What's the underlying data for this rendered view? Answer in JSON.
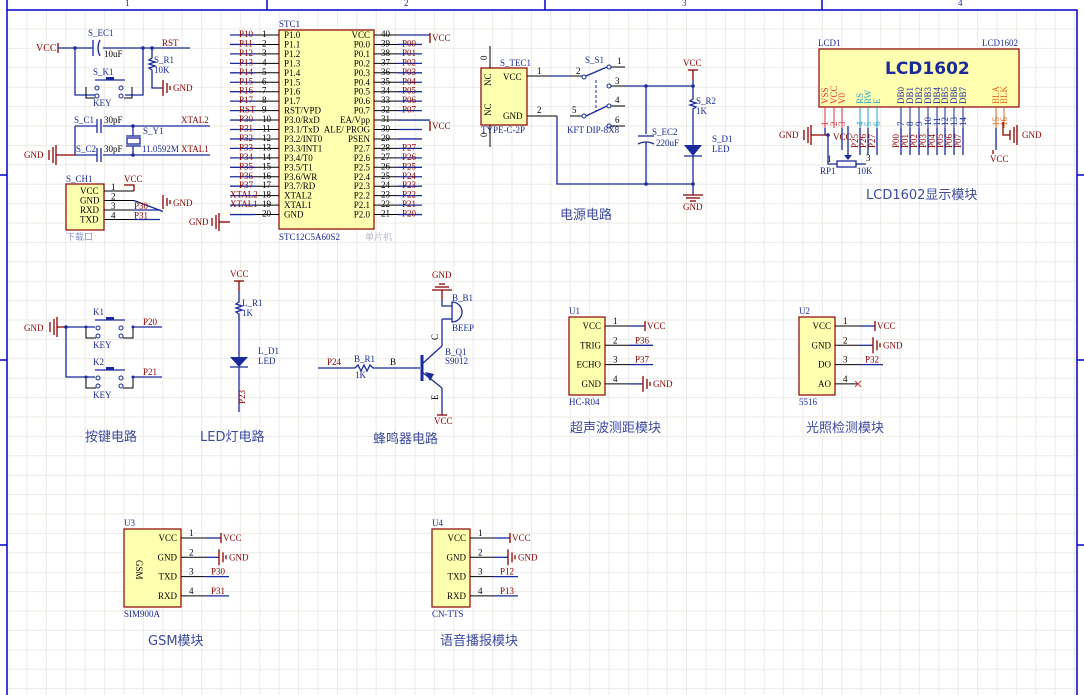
{
  "sheet": {
    "zone_labels": [
      "1",
      "2",
      "3",
      "4"
    ],
    "colors": {
      "wire": "#1a2a9a",
      "power_port": "#8b0000",
      "component_fill": "#ffffb0",
      "border": "#0000cc",
      "grid": "#ecebe6"
    }
  },
  "power_labels": {
    "vcc": "VCC",
    "gnd": "GND"
  },
  "reset_crystal": {
    "cap_ref": "S_EC1",
    "cap_value": "10uF",
    "res_ref": "S_R1",
    "res_value": "10K",
    "key_ref": "S_K1",
    "key_value": "KEY",
    "net_rst": "RST",
    "c1_ref": "S_C1",
    "c1_value": "30pF",
    "c2_ref": "S_C2",
    "c2_value": "30pF",
    "xtal_ref": "S_Y1",
    "xtal_value": "11.0592M",
    "net_xtal2": "XTAL2",
    "net_xtal1": "XTAL1"
  },
  "download_port": {
    "ref": "S_CH1",
    "pins": [
      {
        "num": "1",
        "name": "VCC",
        "net": ""
      },
      {
        "num": "2",
        "name": "GND",
        "net": ""
      },
      {
        "num": "3",
        "name": "RXD",
        "net": "P30"
      },
      {
        "num": "4",
        "name": "TXD",
        "net": "P31"
      }
    ],
    "label": "下载口"
  },
  "mcu": {
    "ref": "STC1",
    "part": "STC12C5A60S2",
    "comment": "单片机",
    "left_pins": [
      {
        "num": "1",
        "name": "P1.0",
        "net": "P10"
      },
      {
        "num": "2",
        "name": "P1.1",
        "net": "P11"
      },
      {
        "num": "3",
        "name": "P1.2",
        "net": "P12"
      },
      {
        "num": "4",
        "name": "P1.3",
        "net": "P13"
      },
      {
        "num": "5",
        "name": "P1.4",
        "net": "P14"
      },
      {
        "num": "6",
        "name": "P1.5",
        "net": "P15"
      },
      {
        "num": "7",
        "name": "P1.6",
        "net": "P16"
      },
      {
        "num": "8",
        "name": "P1.7",
        "net": "P17"
      },
      {
        "num": "9",
        "name": "RST/VPD",
        "net": "RST"
      },
      {
        "num": "10",
        "name": "P3.0/RxD",
        "net": "P30"
      },
      {
        "num": "11",
        "name": "P3.1/TxD",
        "net": "P31"
      },
      {
        "num": "12",
        "name": "P3.2/INT0",
        "net": "P32"
      },
      {
        "num": "13",
        "name": "P3.3/INT1",
        "net": "P33"
      },
      {
        "num": "14",
        "name": "P3.4/T0",
        "net": "P34"
      },
      {
        "num": "15",
        "name": "P3.5/T1",
        "net": "P35"
      },
      {
        "num": "16",
        "name": "P3.6/WR",
        "net": "P36"
      },
      {
        "num": "17",
        "name": "P3.7/RD",
        "net": "P37"
      },
      {
        "num": "18",
        "name": "XTAL2",
        "net": "XTAL2"
      },
      {
        "num": "19",
        "name": "XTAL1",
        "net": "XTAL1"
      },
      {
        "num": "20",
        "name": "GND",
        "net": ""
      }
    ],
    "right_pins": [
      {
        "num": "40",
        "name": "VCC",
        "net": ""
      },
      {
        "num": "39",
        "name": "P0.0",
        "net": "P00"
      },
      {
        "num": "38",
        "name": "P0.1",
        "net": "P01"
      },
      {
        "num": "37",
        "name": "P0.2",
        "net": "P02"
      },
      {
        "num": "36",
        "name": "P0.3",
        "net": "P03"
      },
      {
        "num": "35",
        "name": "P0.4",
        "net": "P04"
      },
      {
        "num": "34",
        "name": "P0.5",
        "net": "P05"
      },
      {
        "num": "33",
        "name": "P0.6",
        "net": "P06"
      },
      {
        "num": "32",
        "name": "P0.7",
        "net": "P07"
      },
      {
        "num": "31",
        "name": "EA/Vpp",
        "net": ""
      },
      {
        "num": "30",
        "name": "ALE/ PROG",
        "net": ""
      },
      {
        "num": "29",
        "name": "PSEN",
        "net": ""
      },
      {
        "num": "28",
        "name": "P2.7",
        "net": "P27"
      },
      {
        "num": "27",
        "name": "P2.6",
        "net": "P26"
      },
      {
        "num": "26",
        "name": "P2.5",
        "net": "P25"
      },
      {
        "num": "25",
        "name": "P2.4",
        "net": "P24"
      },
      {
        "num": "24",
        "name": "P2.3",
        "net": "P23"
      },
      {
        "num": "23",
        "name": "P2.2",
        "net": "P22"
      },
      {
        "num": "22",
        "name": "P2.1",
        "net": "P21"
      },
      {
        "num": "21",
        "name": "P2.0",
        "net": "P20"
      }
    ]
  },
  "power_circuit": {
    "usb_ref": "S_TEC1",
    "usb_part": "TYPE-C-2P",
    "usb_pins": [
      {
        "num": "1",
        "name": "VCC"
      },
      {
        "num": "2",
        "name": "GND"
      }
    ],
    "usb_nc": "NC",
    "usb_zero": "0",
    "switch_ref": "S_S1",
    "switch_part": "KFT DIP-8X8",
    "switch_pins": [
      "1",
      "2",
      "3",
      "4",
      "5",
      "6"
    ],
    "cap_ref": "S_EC2",
    "cap_value": "220uF",
    "res_ref": "S_R2",
    "res_value": "1K",
    "led_ref": "S_D1",
    "led_value": "LED",
    "title": "电源电路"
  },
  "lcd": {
    "ref": "LCD1",
    "part": "LCD1602",
    "body_label": "LCD1602",
    "pins": [
      {
        "num": "1",
        "name": "VSS",
        "net": "",
        "group": "red"
      },
      {
        "num": "2",
        "name": "VCC",
        "net": "",
        "group": "red"
      },
      {
        "num": "3",
        "name": "V0",
        "net": "",
        "group": "red"
      },
      {
        "num": "4",
        "name": "RS",
        "net": "P25",
        "group": "cyan"
      },
      {
        "num": "5",
        "name": "RW",
        "net": "P26",
        "group": "cyan"
      },
      {
        "num": "6",
        "name": "E",
        "net": "P27",
        "group": "cyan"
      },
      {
        "num": "7",
        "name": "DB0",
        "net": "P00",
        "group": "blue"
      },
      {
        "num": "8",
        "name": "DB1",
        "net": "P01",
        "group": "blue"
      },
      {
        "num": "9",
        "name": "DB2",
        "net": "P02",
        "group": "blue"
      },
      {
        "num": "10",
        "name": "DB3",
        "net": "P03",
        "group": "blue"
      },
      {
        "num": "11",
        "name": "DB4",
        "net": "P04",
        "group": "blue"
      },
      {
        "num": "12",
        "name": "DB5",
        "net": "P05",
        "group": "blue"
      },
      {
        "num": "13",
        "name": "DB6",
        "net": "P06",
        "group": "blue"
      },
      {
        "num": "14",
        "name": "DB7",
        "net": "P07",
        "group": "blue"
      },
      {
        "num": "15",
        "name": "BLA",
        "net": "",
        "group": "orange"
      },
      {
        "num": "16",
        "name": "BLK",
        "net": "",
        "group": "orange"
      }
    ],
    "pot_ref": "RP1",
    "pot_value": "10K",
    "pot_pins": [
      "1",
      "2",
      "3"
    ],
    "title": "LCD1602显示模块"
  },
  "keys": {
    "k1_ref": "K1",
    "k1_value": "KEY",
    "k1_net": "P20",
    "k2_ref": "K2",
    "k2_value": "KEY",
    "k2_net": "P21",
    "title": "按键电路"
  },
  "led_circuit": {
    "res_ref": "L_R1",
    "res_value": "1K",
    "led_ref": "L_D1",
    "led_value": "LED",
    "net": "P23",
    "title": "LED灯电路"
  },
  "buzzer": {
    "net_in": "P24",
    "res_ref": "B_R1",
    "res_value": "1K",
    "net_base": "B",
    "buzzer_ref": "B_B1",
    "buzzer_value": "BEEP",
    "transistor_ref": "B_Q1",
    "transistor_value": "S9012",
    "pin_c": "C",
    "pin_e": "E",
    "title": "蜂鸣器电路"
  },
  "ultrasonic": {
    "ref": "U1",
    "part": "HC-R04",
    "pins": [
      {
        "num": "1",
        "name": "VCC",
        "net": "VCC"
      },
      {
        "num": "2",
        "name": "TRIG",
        "net": "P36"
      },
      {
        "num": "3",
        "name": "ECHO",
        "net": "P37"
      },
      {
        "num": "4",
        "name": "GND",
        "net": "GND"
      }
    ],
    "title": "超声波测距模块"
  },
  "light": {
    "ref": "U2",
    "part": "5516",
    "pins": [
      {
        "num": "1",
        "name": "VCC",
        "net": "VCC"
      },
      {
        "num": "2",
        "name": "GND",
        "net": "GND"
      },
      {
        "num": "3",
        "name": "DO",
        "net": "P32"
      },
      {
        "num": "4",
        "name": "AO",
        "net": ""
      }
    ],
    "title": "光照检测模块"
  },
  "gsm": {
    "ref": "U3",
    "part": "SIM900A",
    "body_label": "GSM",
    "pins": [
      {
        "num": "1",
        "name": "VCC",
        "net": "VCC"
      },
      {
        "num": "2",
        "name": "GND",
        "net": "GND"
      },
      {
        "num": "3",
        "name": "TXD",
        "net": "P30"
      },
      {
        "num": "4",
        "name": "RXD",
        "net": "P31"
      }
    ],
    "title": "GSM模块"
  },
  "voice": {
    "ref": "U4",
    "part": "CN-TTS",
    "pins": [
      {
        "num": "1",
        "name": "VCC",
        "net": "VCC"
      },
      {
        "num": "2",
        "name": "GND",
        "net": "GND"
      },
      {
        "num": "3",
        "name": "TXD",
        "net": "P12"
      },
      {
        "num": "4",
        "name": "RXD",
        "net": "P13"
      }
    ],
    "title": "语音播报模块"
  }
}
